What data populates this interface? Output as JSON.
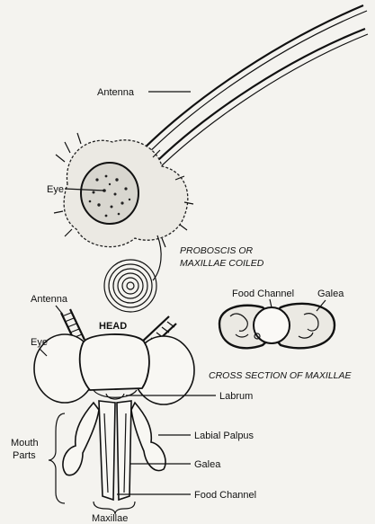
{
  "labels": {
    "top_antenna": "Antenna",
    "eye_top": "Eye",
    "proboscis_line1": "PROBOSCIS OR",
    "proboscis_line2": "MAXILLAE COILED",
    "head_antenna": "Antenna",
    "head": "HEAD",
    "head_eye": "Eye",
    "mouth_parts_line1": "Mouth",
    "mouth_parts_line2": "Parts",
    "labrum": "Labrum",
    "labial_palpus": "Labial Palpus",
    "galea_bottom": "Galea",
    "food_channel_bottom": "Food Channel",
    "maxillae": "Maxillae",
    "food_channel_cross": "Food Channel",
    "galea_cross": "Galea",
    "cross_section": "CROSS SECTION OF MAXILLAE"
  }
}
